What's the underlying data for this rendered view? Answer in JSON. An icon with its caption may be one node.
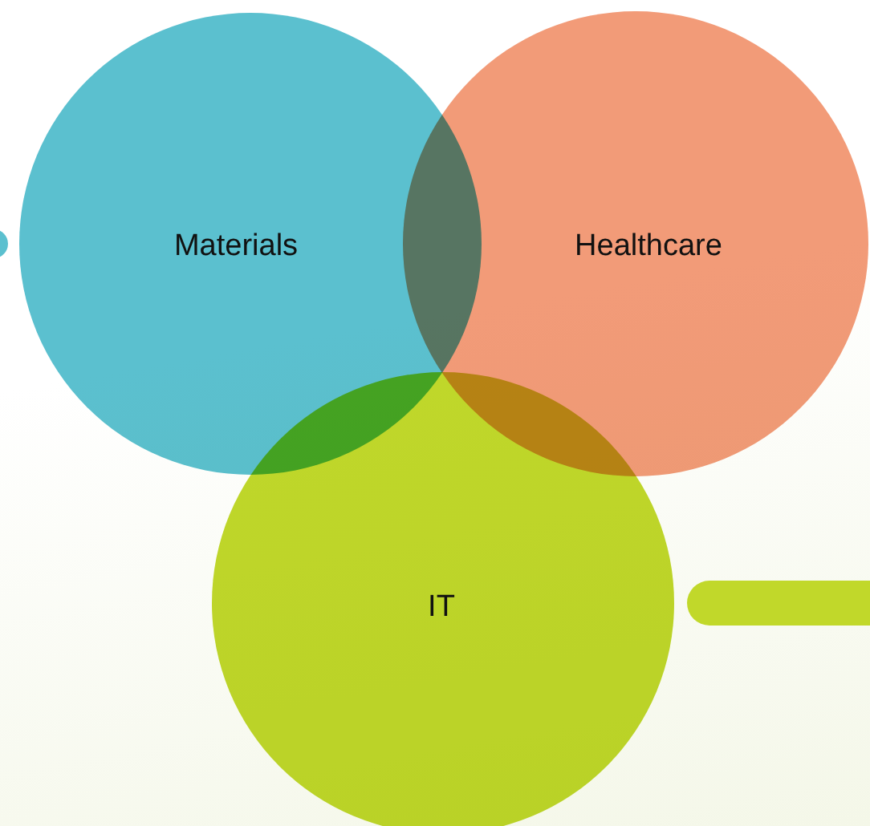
{
  "diagram": {
    "nodes": [
      {
        "text": [
          "Materials"
        ]
      },
      {
        "text": [
          "Healthcare"
        ]
      },
      {
        "text": [
          "IT"
        ]
      }
    ]
  }
}
